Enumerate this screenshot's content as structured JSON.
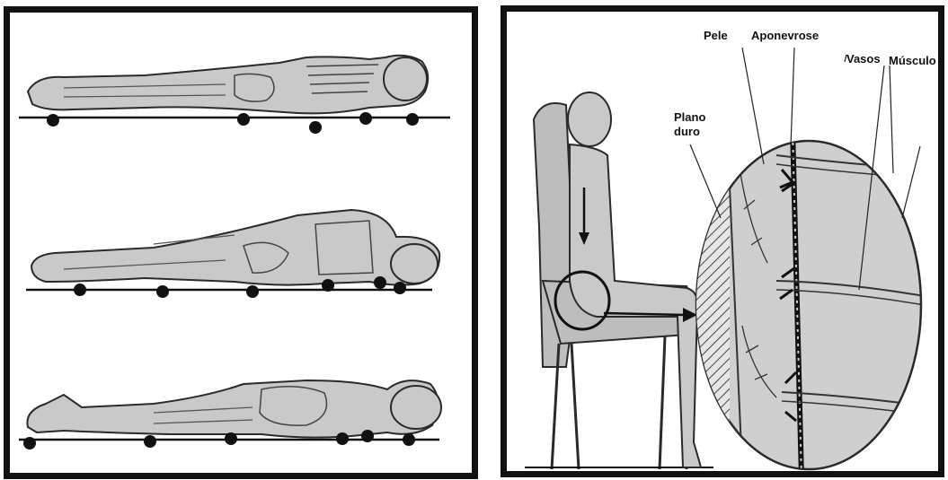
{
  "labels": {
    "pele": "Pele",
    "aponevrose": "Aponevrose",
    "vasos": "Vasos",
    "musculo": "Músculo",
    "plano": "Plano",
    "duro": "duro"
  },
  "colors": {
    "frame": "#111111",
    "body_fill": "#c9c9c9",
    "body_stroke": "#2a2a2a",
    "pressure_dot": "#111111",
    "tissue_fill": "#cfcfcf"
  },
  "illustrations": {
    "left": [
      "supine-figure",
      "lateral-figure",
      "prone-figure"
    ],
    "right": [
      "seated-figure-on-chair",
      "tissue-cross-section-lens"
    ]
  }
}
